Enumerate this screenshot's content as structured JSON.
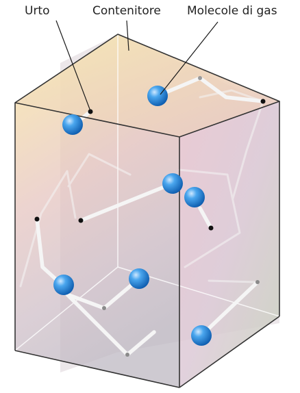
{
  "labels": {
    "collision": "Urto",
    "container": "Contenitore",
    "gas_molecules": "Molecole di gas"
  },
  "colors": {
    "molecule": "#1e7fd8",
    "molecule_highlight": "#cfe8ff",
    "box_edge": "#333333",
    "collision_dot": "#111111",
    "trail": "#f4f4f4"
  }
}
